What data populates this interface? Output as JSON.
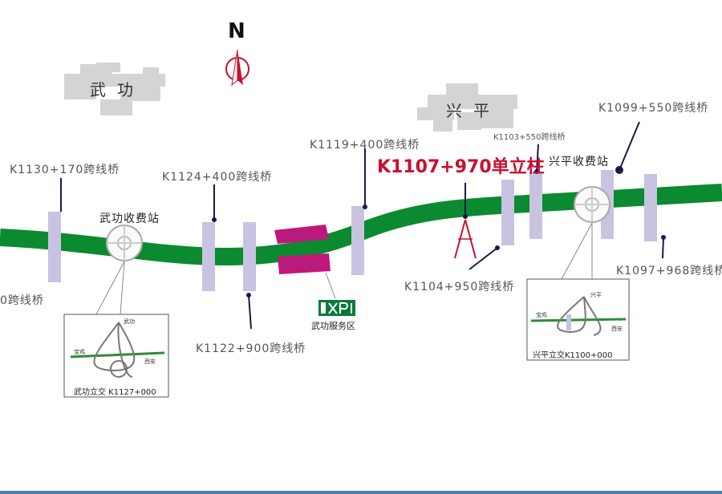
{
  "compass": {
    "label": "N"
  },
  "towns": {
    "wugong": "武功",
    "xingping": "兴平"
  },
  "bridges": {
    "k1130_170": "K1130+170跨线桥",
    "k1124_400": "K1124+400跨线桥",
    "k1119_400": "K1119+400跨线桥",
    "k1103_550": "K1103+550跨线桥",
    "k1099_550": "K1099+550跨线桥",
    "k1097_968": "K1097+968跨线桥",
    "k1104_950": "K1104+950跨线桥",
    "k1122_900": "K1122+900跨线桥",
    "left_partial": "0跨线桥"
  },
  "column": {
    "label": "K1107+970单立柱"
  },
  "tolls": {
    "wugong": "武功收费站",
    "xingping": "兴平收费站"
  },
  "service_area": {
    "label": "武功服务区",
    "icons": "X P"
  },
  "interchanges": {
    "wugong": {
      "caption": "武功立交 K1127+000",
      "north": "武功",
      "west": "宝鸡",
      "east": "西安"
    },
    "xingping": {
      "caption": "兴平立交K1100+000",
      "north": "兴平",
      "west": "宝鸡",
      "east": "西安"
    }
  },
  "colors": {
    "road": "#0b8a2f",
    "bridge": "#c8c3e0",
    "marker": "#1a1a4a",
    "red": "#c8102e",
    "service": "#c2177a",
    "town": "#d0d0d0"
  }
}
